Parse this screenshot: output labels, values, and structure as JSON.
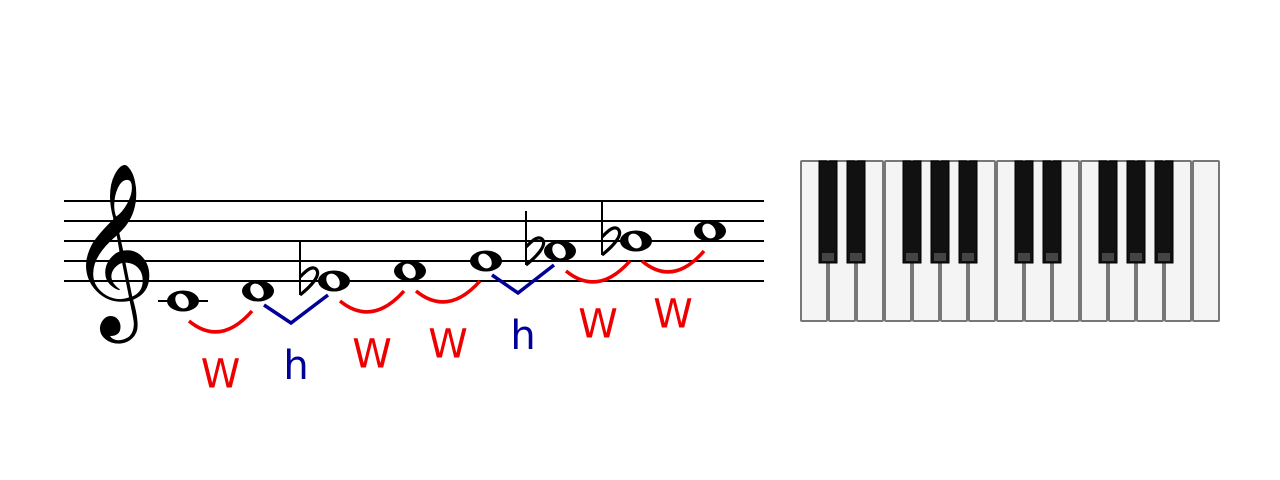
{
  "colors": {
    "whole_step": "#ee0000",
    "half_step": "#000099",
    "staff": "#000000",
    "white_key": "#f4f4f4",
    "white_key_border": "#777777",
    "black_key": "#111111"
  },
  "staff": {
    "clef": "treble-clef",
    "clef_glyph": "𝄞",
    "flat_glyph": "♭"
  },
  "notes": [
    {
      "pitch": "C4",
      "accidental": ""
    },
    {
      "pitch": "D4",
      "accidental": ""
    },
    {
      "pitch": "E4",
      "accidental": "flat"
    },
    {
      "pitch": "F4",
      "accidental": ""
    },
    {
      "pitch": "G4",
      "accidental": ""
    },
    {
      "pitch": "A4",
      "accidental": "flat"
    },
    {
      "pitch": "B4",
      "accidental": "flat"
    },
    {
      "pitch": "C5",
      "accidental": ""
    }
  ],
  "steps": [
    {
      "label": "W",
      "kind": "whole"
    },
    {
      "label": "h",
      "kind": "half"
    },
    {
      "label": "W",
      "kind": "whole"
    },
    {
      "label": "W",
      "kind": "whole"
    },
    {
      "label": "h",
      "kind": "half"
    },
    {
      "label": "W",
      "kind": "whole"
    },
    {
      "label": "W",
      "kind": "whole"
    }
  ],
  "keyboard": {
    "white_key_count": 15,
    "black_key_groups": [
      2,
      3,
      2,
      3
    ]
  }
}
